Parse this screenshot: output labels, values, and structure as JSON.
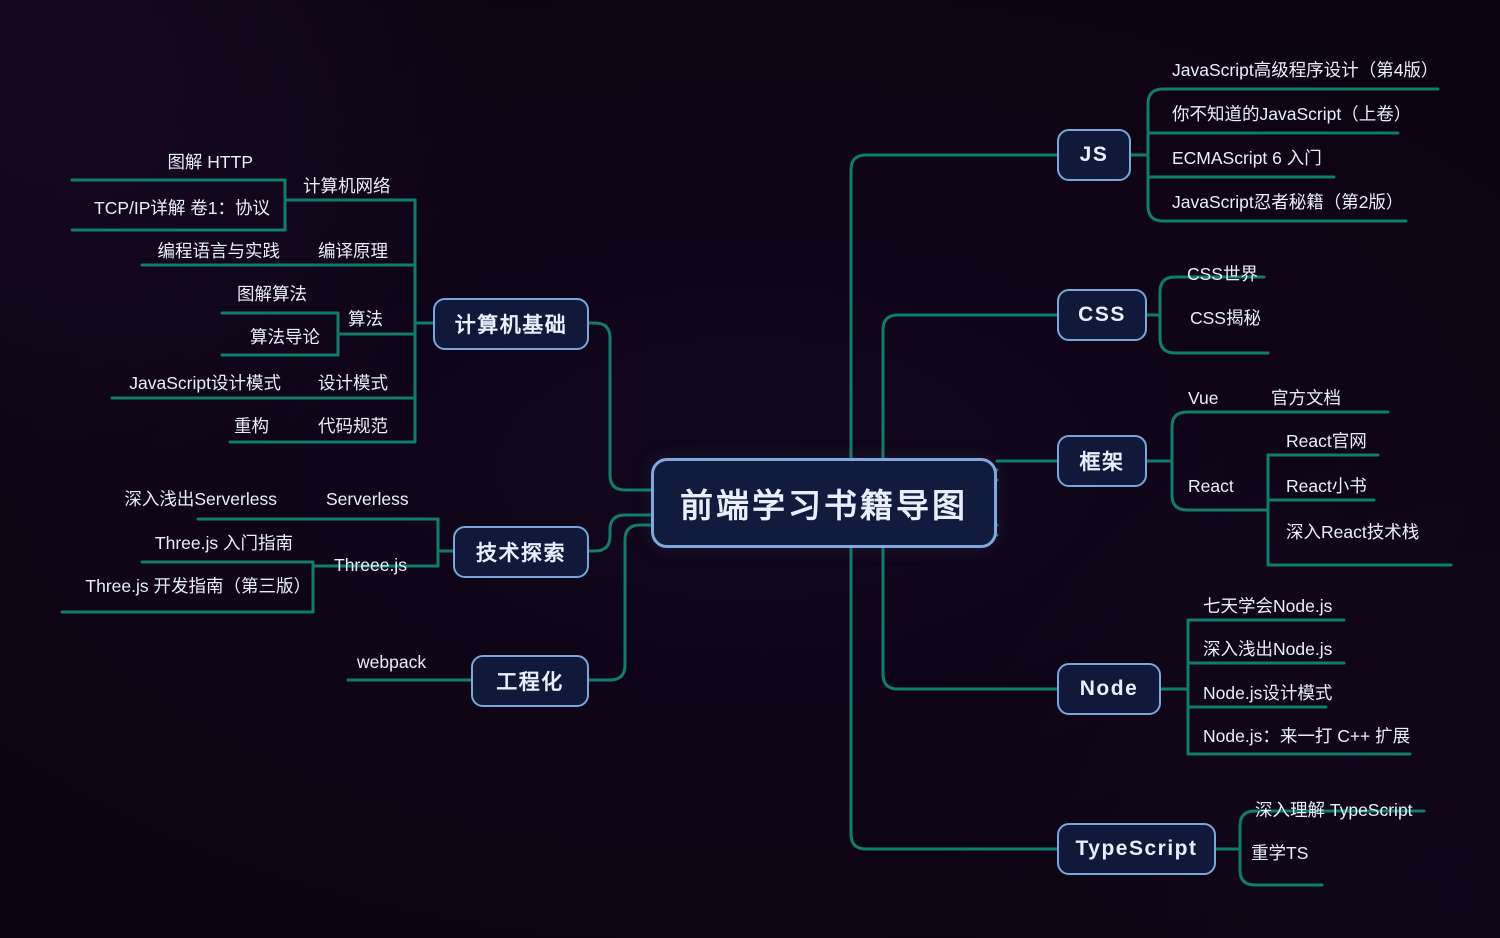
{
  "title": "前端学习书籍导图",
  "colors": {
    "background": "#0d0412",
    "connector": "#0e7d6b",
    "node_fill": "#10193a",
    "node_border": "#79a7da",
    "text": "#e9eefb"
  },
  "root": {
    "label": "前端学习书籍导图"
  },
  "left_branches": [
    {
      "label": "计算机基础",
      "groups": [
        {
          "label": "计算机网络",
          "items": [
            "图解 HTTP",
            "TCP/IP详解 卷1：协议"
          ]
        },
        {
          "label": "编译原理",
          "items": [
            "编程语言与实践"
          ]
        },
        {
          "label": "算法",
          "items": [
            "图解算法",
            "算法导论"
          ]
        },
        {
          "label": "设计模式",
          "items": [
            "JavaScript设计模式"
          ]
        },
        {
          "label": "代码规范",
          "items": [
            "重构"
          ]
        }
      ]
    },
    {
      "label": "技术探索",
      "groups": [
        {
          "label": "Serverless",
          "items": [
            "深入浅出Serverless"
          ]
        },
        {
          "label": "Threee.js",
          "items": [
            "Three.js 入门指南",
            "Three.js 开发指南（第三版）"
          ]
        }
      ]
    },
    {
      "label": "工程化",
      "groups": [
        {
          "label": "webpack",
          "items": []
        }
      ]
    }
  ],
  "right_branches": [
    {
      "label": "JS",
      "groups": [
        {
          "label": "",
          "items": [
            "JavaScript高级程序设计（第4版）",
            "你不知道的JavaScript（上卷）",
            "ECMAScript 6 入门",
            "JavaScript忍者秘籍（第2版）"
          ]
        }
      ]
    },
    {
      "label": "CSS",
      "groups": [
        {
          "label": "",
          "items": [
            "CSS世界",
            "CSS揭秘"
          ]
        }
      ]
    },
    {
      "label": "框架",
      "groups": [
        {
          "label": "Vue",
          "items": [
            "官方文档"
          ]
        },
        {
          "label": "React",
          "items": [
            "React官网",
            "React小书",
            "深入React技术栈"
          ]
        }
      ]
    },
    {
      "label": "Node",
      "groups": [
        {
          "label": "",
          "items": [
            "七天学会Node.js",
            "深入浅出Node.js",
            "Node.js设计模式",
            "Node.js：来一打 C++ 扩展"
          ]
        }
      ]
    },
    {
      "label": "TypeScript",
      "groups": [
        {
          "label": "",
          "items": [
            "深入理解 TypeScript",
            "重学TS"
          ]
        }
      ]
    }
  ],
  "labels": {
    "root": "前端学习书籍导图",
    "b_jichu": "计算机基础",
    "b_tansuo": "技术探索",
    "b_gongchengh": "工程化",
    "b_js": "JS",
    "b_css": "CSS",
    "b_kuangjia": "框架",
    "b_node": "Node",
    "b_ts": "TypeScript",
    "g_network": "计算机网络",
    "g_compile": "编译原理",
    "g_algo": "算法",
    "g_design": "设计模式",
    "g_codestyle": "代码规范",
    "g_serverless": "Serverless",
    "g_threejs": "Threee.js",
    "g_webpack": "webpack",
    "g_vue": "Vue",
    "g_react": "React",
    "l_http": "图解 HTTP",
    "l_tcpip": "TCP/IP详解 卷1：协议",
    "l_lang": "编程语言与实践",
    "l_tujie_algo": "图解算法",
    "l_algo_intro": "算法导论",
    "l_js_design": "JavaScript设计模式",
    "l_refactor": "重构",
    "l_serverless_book": "深入浅出Serverless",
    "l_three_start": "Three.js 入门指南",
    "l_three_dev": "Three.js 开发指南（第三版）",
    "r_js1": "JavaScript高级程序设计（第4版）",
    "r_js2": "你不知道的JavaScript（上卷）",
    "r_js3": "ECMAScript 6 入门",
    "r_js4": "JavaScript忍者秘籍（第2版）",
    "r_css1": "CSS世界",
    "r_css2": "CSS揭秘",
    "r_vue1": "官方文档",
    "r_react1": "React官网",
    "r_react2": "React小书",
    "r_react3": "深入React技术栈",
    "r_node1": "七天学会Node.js",
    "r_node2": "深入浅出Node.js",
    "r_node3": "Node.js设计模式",
    "r_node4": "Node.js：来一打 C++ 扩展",
    "r_ts1": "深入理解 TypeScript",
    "r_ts2": "重学TS"
  }
}
